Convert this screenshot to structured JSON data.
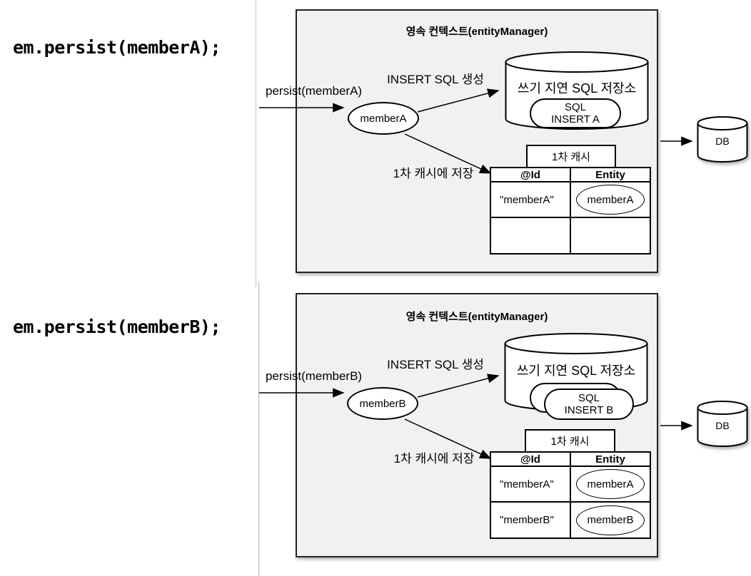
{
  "code_lines": [
    "em.persist(memberA);",
    "em.persist(memberB);"
  ],
  "panels": [
    {
      "title": "영속 컨텍스트(entityManager)",
      "persist_label": "persist(memberA)",
      "insert_sql_label": "INSERT SQL 생성",
      "cache_store_label": "1차 캐시에 저장",
      "entity_ellipse": "memberA",
      "sql_storage": {
        "label": "쓰기 지연 SQL 저장소",
        "sql_item": {
          "line1": "SQL",
          "line2": "INSERT A"
        }
      },
      "first_level_cache": {
        "title": "1차 캐시",
        "headers": {
          "id": "@Id",
          "entity": "Entity"
        },
        "rows": [
          {
            "id": "\"memberA\"",
            "entity": "memberA"
          },
          {
            "id": "",
            "entity": ""
          }
        ]
      },
      "db_label": "DB"
    },
    {
      "title": "영속 컨텍스트(entityManager)",
      "persist_label": "persist(memberB)",
      "insert_sql_label": "INSERT SQL 생성",
      "cache_store_label": "1차 캐시에 저장",
      "entity_ellipse": "memberB",
      "sql_storage": {
        "label": "쓰기 지연 SQL 저장소",
        "sql_item": {
          "line1": "SQL",
          "line2": "INSERT B"
        }
      },
      "first_level_cache": {
        "title": "1차 캐시",
        "headers": {
          "id": "@Id",
          "entity": "Entity"
        },
        "rows": [
          {
            "id": "\"memberA\"",
            "entity": "memberA"
          },
          {
            "id": "\"memberB\"",
            "entity": "memberB"
          }
        ]
      },
      "db_label": "DB"
    }
  ]
}
